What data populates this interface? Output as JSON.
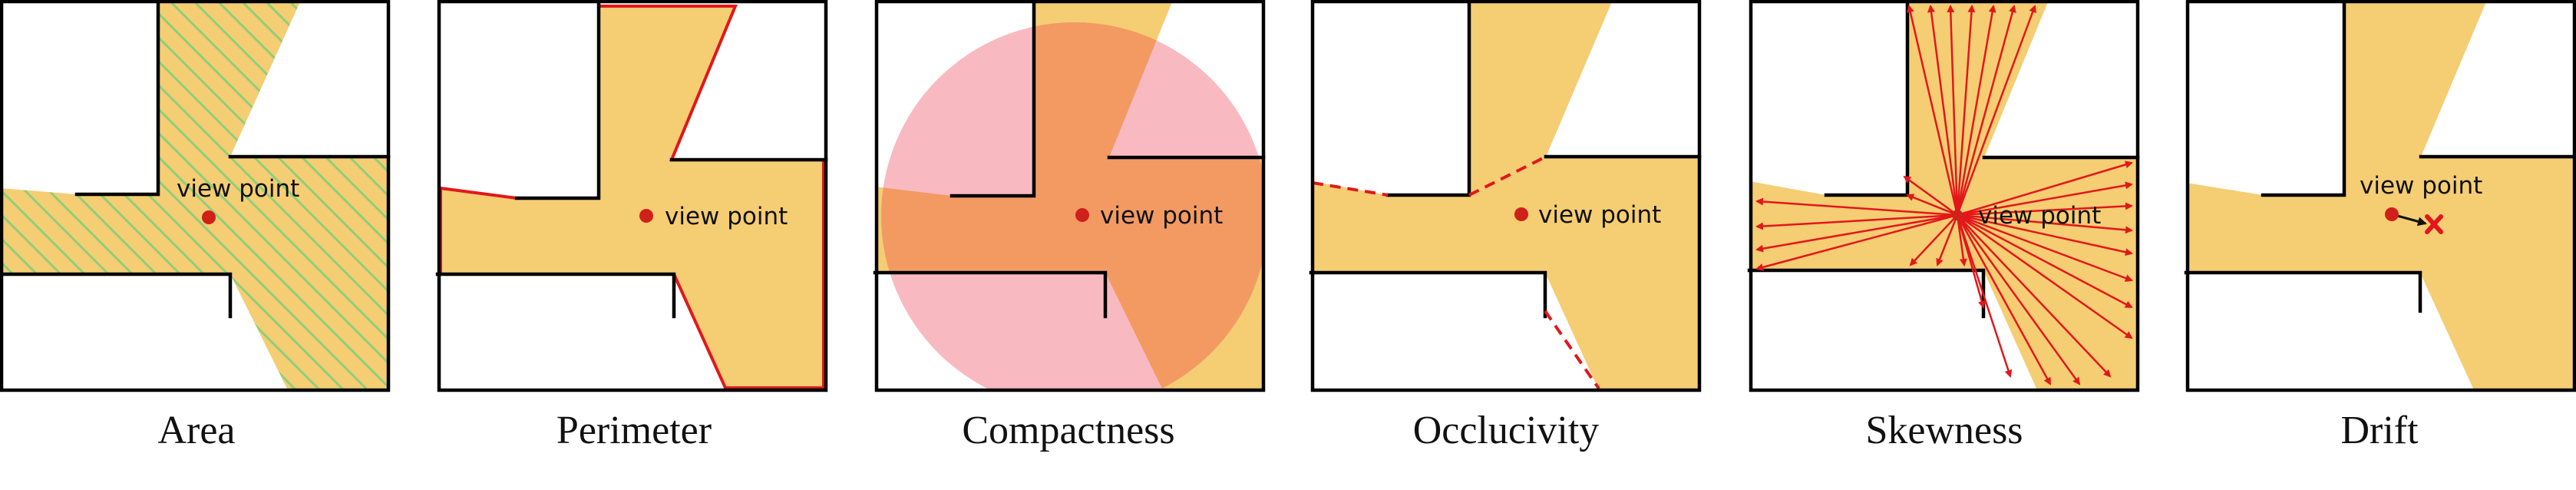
{
  "panels": [
    {
      "id": "area",
      "label": "Area",
      "view_point_label": "view point",
      "overlay": "hatch"
    },
    {
      "id": "perimeter",
      "label": "Perimeter",
      "view_point_label": "view point",
      "overlay": "perimeter-outline"
    },
    {
      "id": "compactness",
      "label": "Compactness",
      "view_point_label": "view point",
      "overlay": "circle"
    },
    {
      "id": "occlucivity",
      "label": "Occlucivity",
      "view_point_label": "view point",
      "overlay": "occluding-edges"
    },
    {
      "id": "skewness",
      "label": "Skewness",
      "view_point_label": "view point",
      "overlay": "rays"
    },
    {
      "id": "drift",
      "label": "Drift",
      "view_point_label": "view point",
      "overlay": "drift-arrow"
    }
  ],
  "colors": {
    "isovist_fill": "#f5cd73",
    "hatch_stripe": "#8fce7a",
    "circle_fill": "#f7a6ad",
    "overlap_fill": "#f3975a",
    "highlight_red": "#e3171b",
    "view_point_dot": "#d0201a",
    "wall": "#000000"
  }
}
